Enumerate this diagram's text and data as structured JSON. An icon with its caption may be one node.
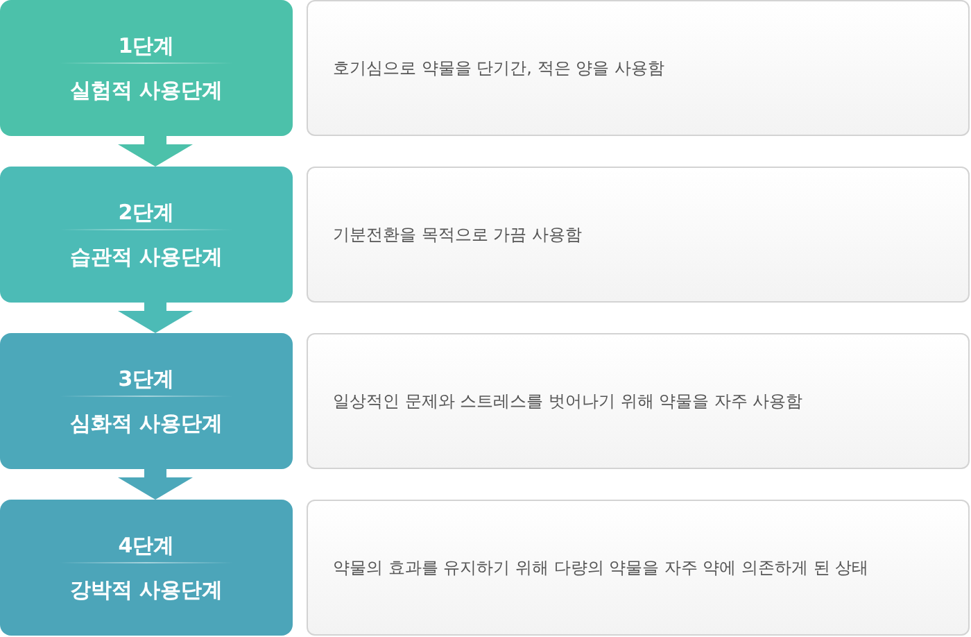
{
  "diagram": {
    "nodes": [
      {
        "text": [
          "1단계",
          "실험적 사용단계"
        ]
      },
      {
        "text": [
          "호기심으로 약물을 단기간, 적은 양을 사용함"
        ]
      },
      {
        "text": [
          "2단계",
          "습관적 사용단계"
        ]
      },
      {
        "text": [
          "기분전환을 목적으로 가끔 사용함"
        ]
      },
      {
        "text": [
          "3단계",
          "심화적 사용단계"
        ]
      },
      {
        "text": [
          "일상적인 문제와 스트레스를 벗어나기 위해 약물을 자주 사용함"
        ]
      },
      {
        "text": [
          "4단계",
          "강박적 사용단계"
        ]
      },
      {
        "text": [
          "약물의 효과를 유지하기 위해 다량의 약물을 자주 약에 의존하게 된 상태"
        ]
      }
    ],
    "edges": [
      {
        "from": 0,
        "to": 2,
        "arrow": "to"
      },
      {
        "from": 2,
        "to": 4,
        "arrow": "to"
      },
      {
        "from": 4,
        "to": 6,
        "arrow": "to"
      }
    ]
  }
}
